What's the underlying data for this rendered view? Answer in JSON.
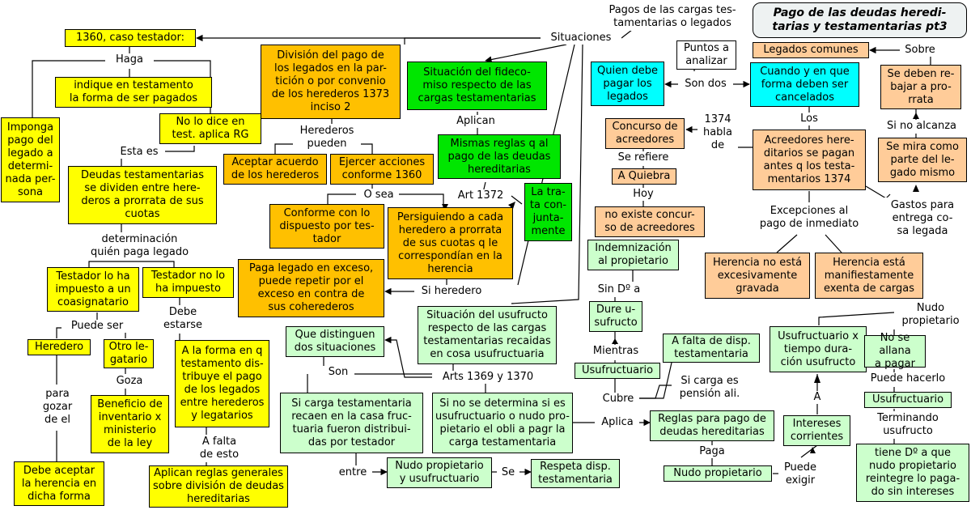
{
  "title": "Pago de las deudas heredi-\ntarias y testamentarias pt3",
  "nodes": {
    "n1360": "1360, caso testador:",
    "indique": "indique en testamento\nla forma de ser pagados",
    "nodice": "No lo dice en\ntest. aplica RG",
    "imponga": "Imponga\npago del\nlegado a\ndetermi-\nnada per-\nsona",
    "deudas": "Deudas testamentarias\nse dividen entre here-\nderos a prorrata de sus\ncuotas",
    "testha": "Testador lo ha\nimpuesto a un\ncoasignatario",
    "testno": "Testador no lo\nha impuesto",
    "heredero": "Heredero",
    "otrolegatario": "Otro le-\ngatario",
    "beneficio": "Beneficio de\ninventario x\nministerio\nde la ley",
    "debeaceptar": "Debe aceptar\nla herencia en\ndicha forma",
    "alaforma": "A la forma en q\ntestamento dis-\ntribuye el pago\nde los legados\nentre herederos\ny legatarios",
    "aplicanreglas": "Aplican reglas generales\nsobre división de deudas\nhereditarias",
    "division": "División del pago de\nlos legados en la par-\ntición o por convenio\nde los herederos 1373\ninciso 2",
    "aceptar": "Aceptar acuerdo\nde los herederos",
    "ejercer": "Ejercer acciones\nconforme 1360",
    "conforme": "Conforme con lo\ndispuesto por tes-\ntador",
    "persiguiendo": "Persiguiendo a cada\nheredero a prorrata\nde sus cuotas q le\ncorrespondían en la\nherencia",
    "pagolegado": "Paga legado en exceso,\npuede repetir por el\nexceso en contra de\nsus coherederos",
    "fideicomiso": "Situación del fideco-\nmiso respecto de las\ncargas testamentarias",
    "mismas": "Mismas reglas q al\npago de las deudas\nhereditarias",
    "latrata": "La tra-\nta con-\njunta-\nmente",
    "usufructo": "Situación del usufructo\nrespecto de las cargas\ntestamentarias recaidas\nen cosa usufructuaria",
    "quedistinguen": "Que distinguen\ndos situaciones",
    "sicarga": "Si carga testamentaria\nrecaen en la casa fruc-\ntuaria fueron distribui-\ndas por testador",
    "sinodetermina": "Si no se determina si es\nusufructuario o nudo pro-\npietario el obli a pagr la\ncarga testamentaria",
    "nudoyusu": "Nudo propietario\ny usufructuario",
    "respeta": "Respeta disp.\ntestamentaria",
    "puntos": "Puntos a\nanalizar",
    "quiendebe": "Quien debe\npagar los\nlegados",
    "cuando": "Cuando y en que\nforma deben ser\ncancelados",
    "legadoscomunes": "Legados comunes",
    "sedeben": "Se deben re-\nbajar a pro-\nrrata",
    "semira": "Se mira como\nparte del le-\ngado mismo",
    "acreedoresher": "Acreedores here-\nditarios se pagan\nantes q los testa-\nmentarios 1374",
    "concurso": "Concurso de\nacreedores",
    "aquiebra": "A Quiebra",
    "noexiste": "no existe concur-\nso de acreedores",
    "herencianoesta": "Herencia no está\nexcesivamente\ngravada",
    "herenciaesta": "Herencia está\nmanifiestamente\nexenta de cargas",
    "indemnizacion": "Indemnización\nal propietario",
    "dure": "Dure u-\nsufructo",
    "usufructuario1": "Usufructuario",
    "afalta": "A falta de disp.\ntestamentaria",
    "reglaspago": "Reglas para pago de\ndeudas hereditarias",
    "nudoprop": "Nudo propietario",
    "intereses": "Intereses\ncorrientes",
    "usuxtiempo": "Usufructuario x\ntiempo dura-\nción usufructo",
    "noseallana": "No se allana\na pagar",
    "usufructuario2": "Usufructuario",
    "tienedo": "tiene Dº a que\nnudo propietario\nreintegre lo paga-\ndo sin intereses"
  },
  "labels": {
    "situaciones": "Situaciones",
    "haga": "Haga",
    "estaes": "Esta es",
    "determinacion": "determinación\nquién paga legado",
    "puedeser": "Puede ser",
    "goza": "Goza",
    "paragozar": "para\ngozar\nde el",
    "debeestarse": "Debe\nestarse",
    "afaltadeesto": "A falta\nde esto",
    "herederospueden": "Herederos\npueden",
    "osea": "O sea",
    "art1372": "Art 1372",
    "siheredero": "Si heredero",
    "aplican": "Aplican",
    "arts1369": "Arts 1369 y 1370",
    "son": "Son",
    "entre": "entre",
    "se": "Se",
    "pagosde": "Pagos de las cargas tes-\ntamentarias o legados",
    "sondos": "Son dos",
    "sobre": "Sobre",
    "sinoalcanza": "Si no alcanza",
    "los": "Los",
    "n1374habla": "1374\nhabla\nde",
    "serefiere": "Se refiere",
    "hoy": "Hoy",
    "excepciones": "Excepciones al\npago de inmediato",
    "gastos": "Gastos para\nentrega co-\nsa legada",
    "sindo": "Sin Dº a",
    "mientras": "Mientras",
    "cubre": "Cubre",
    "sicargapension": "Si carga es\npensión ali.",
    "aplica": "Aplica",
    "paga": "Paga",
    "puedeexigir": "Puede\nexigir",
    "a": "A",
    "nudopropietariolbl": "Nudo\npropietario",
    "puedehacerlo": "Puede hacerlo",
    "terminando": "Terminando\nusufructo"
  }
}
